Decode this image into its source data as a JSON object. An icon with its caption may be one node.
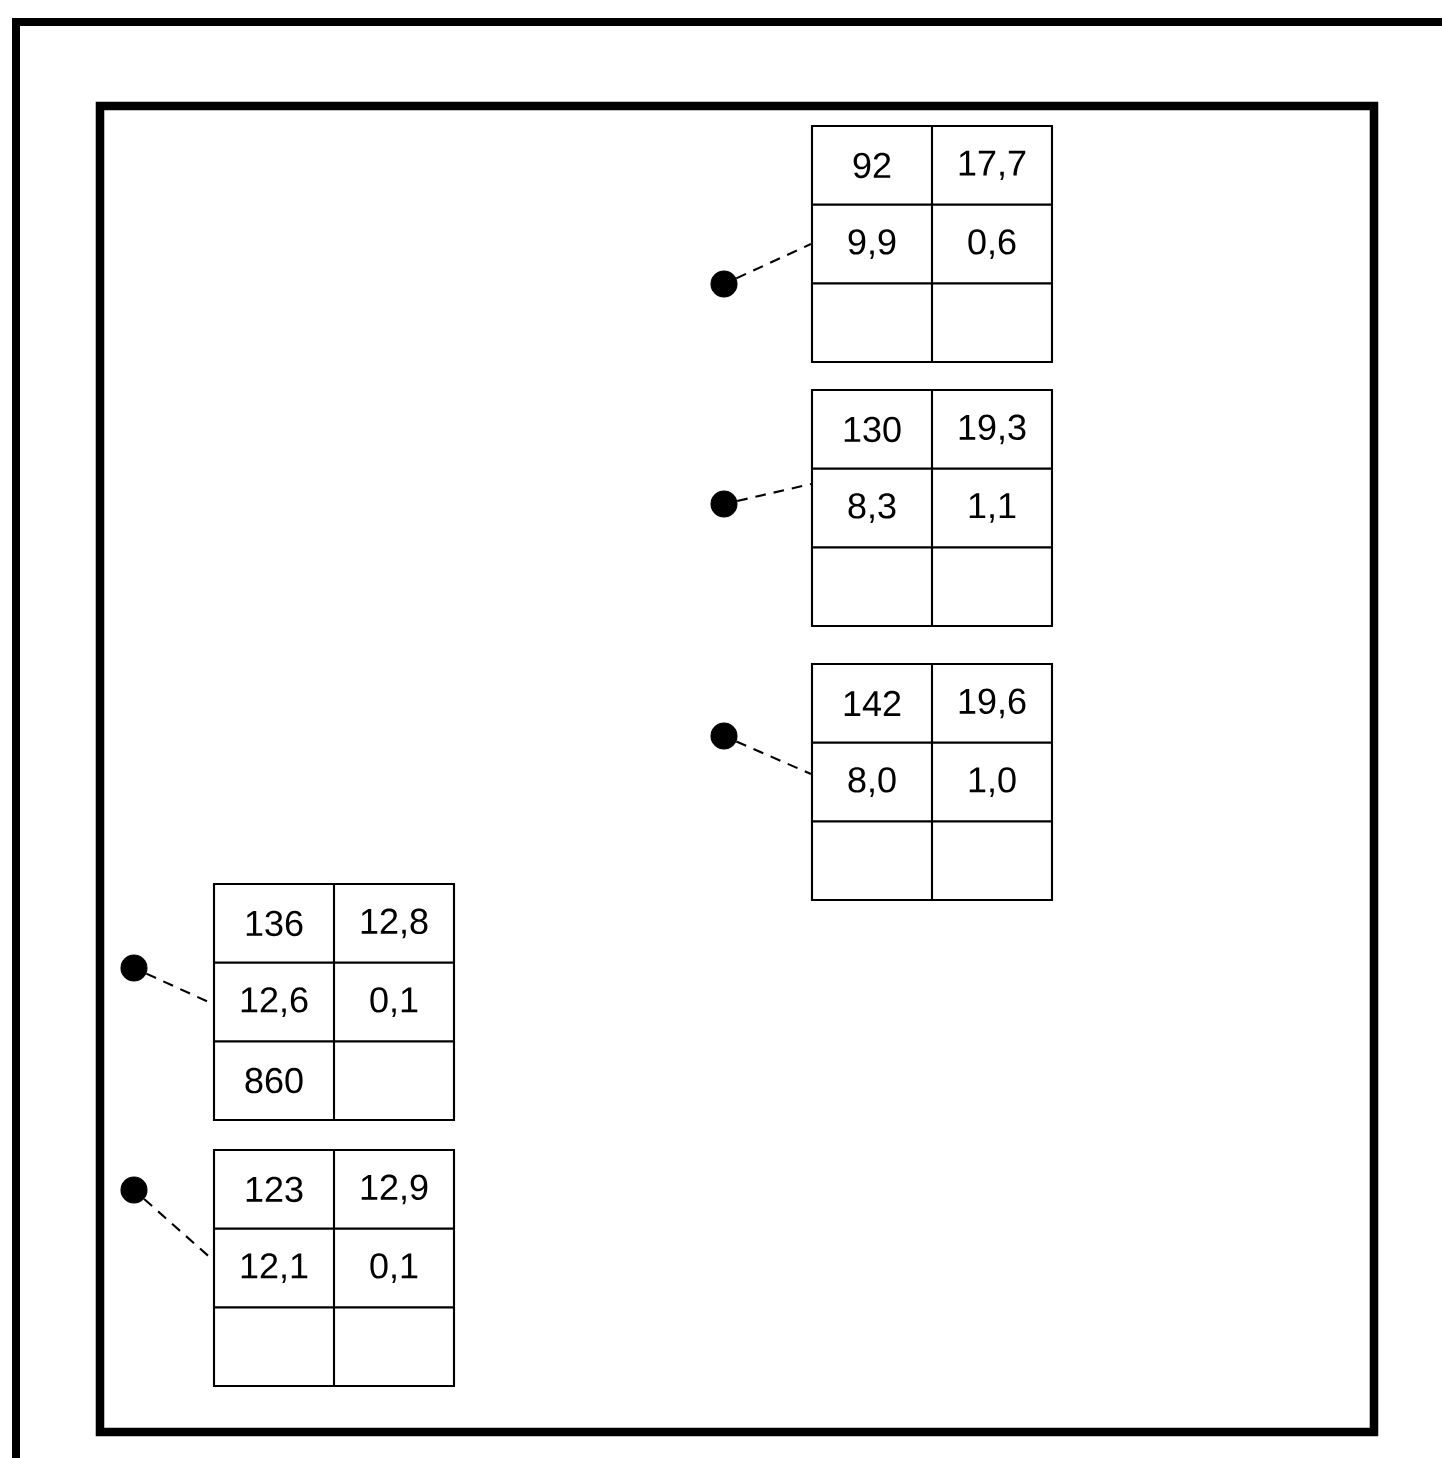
{
  "diagram": {
    "nodes": [
      {
        "text": [],
        "shape": "circle"
      },
      {
        "text": [
          "92",
          "17,7",
          "9,9",
          "0,6"
        ]
      },
      {
        "text": [],
        "shape": "circle"
      },
      {
        "text": [
          "130",
          "19,3",
          "8,3",
          "1,1"
        ]
      },
      {
        "text": [],
        "shape": "circle"
      },
      {
        "text": [
          "142",
          "19,6",
          "8,0",
          "1,0"
        ]
      },
      {
        "text": [],
        "shape": "circle"
      },
      {
        "text": [
          "136",
          "12,8",
          "12,6",
          "0,1",
          "860"
        ]
      },
      {
        "text": [],
        "shape": "circle"
      },
      {
        "text": [
          "123",
          "12,9",
          "12,1",
          "0,1"
        ]
      }
    ],
    "edges": [
      {
        "from": 0,
        "to": 1,
        "arrow": "none",
        "style": "dashed"
      },
      {
        "from": 2,
        "to": 3,
        "arrow": "none",
        "style": "dashed"
      },
      {
        "from": 4,
        "to": 5,
        "arrow": "none",
        "style": "dashed"
      },
      {
        "from": 6,
        "to": 7,
        "arrow": "none",
        "style": "dashed"
      },
      {
        "from": 8,
        "to": 9,
        "arrow": "none",
        "style": "dashed"
      }
    ]
  }
}
